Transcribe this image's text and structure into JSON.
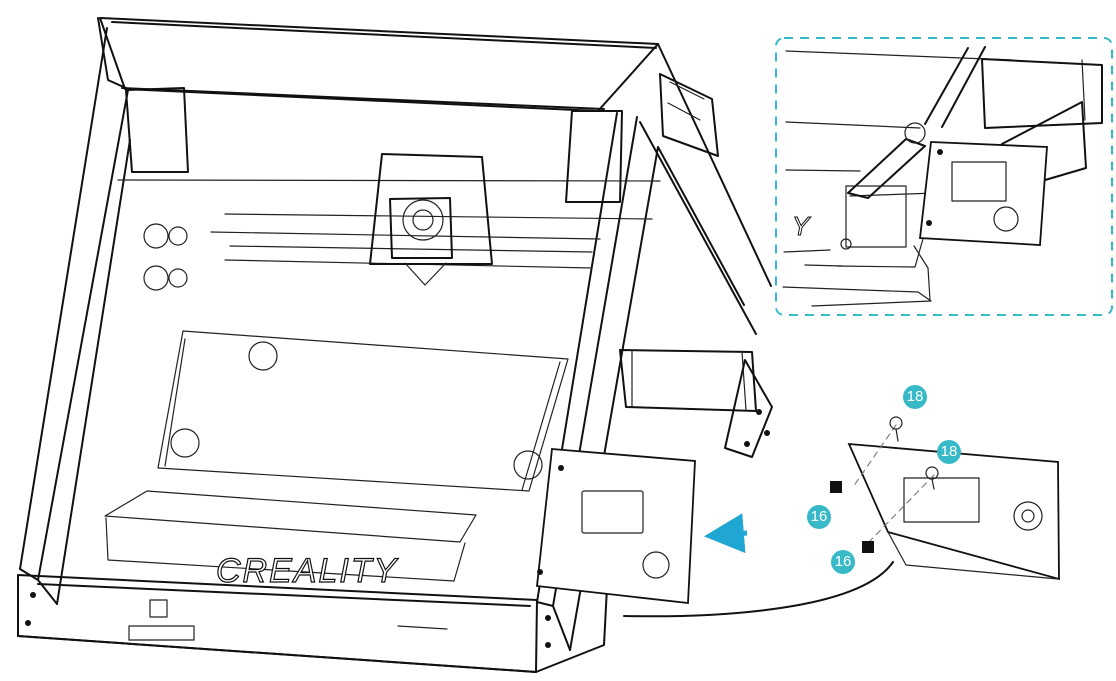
{
  "diagram": {
    "callouts": [
      {
        "id": "18a",
        "text": "18"
      },
      {
        "id": "18b",
        "text": "18"
      },
      {
        "id": "16a",
        "text": "16"
      },
      {
        "id": "16b",
        "text": "16"
      }
    ],
    "brand_text": "CREALITY",
    "colors": {
      "accent": "#1fa6d2",
      "callout": "#38b9c8",
      "dash": "#38b9c8",
      "line": "#111111"
    }
  }
}
